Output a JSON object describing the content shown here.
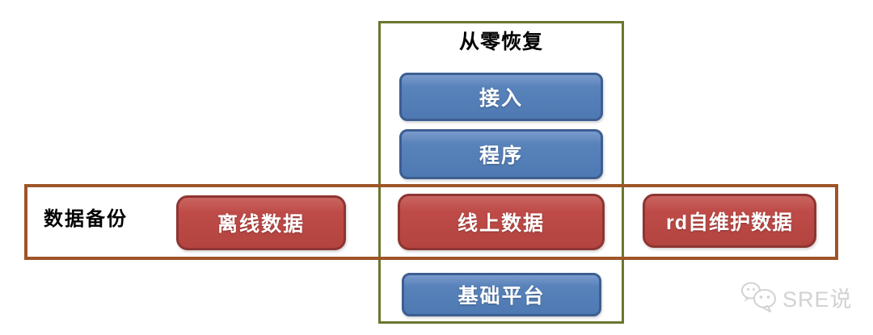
{
  "recovery_column": {
    "title": "从零恢复",
    "border_color": "#69772F",
    "nodes": {
      "access": "接入",
      "program": "程序",
      "base_platform": "基础平台"
    }
  },
  "backup_row": {
    "title": "数据备份",
    "border_color": "#9E5527",
    "nodes": {
      "offline_data": "离线数据",
      "online_data": "线上数据",
      "rd_data": "rd自维护数据"
    }
  },
  "colors": {
    "blue_node_fill": "#5882BA",
    "blue_node_border": "#3D5E91",
    "red_node_fill": "#BE4B48",
    "red_node_border": "#8E3532"
  },
  "watermark": {
    "icon": "wechat-icon",
    "text": "SRE说"
  }
}
